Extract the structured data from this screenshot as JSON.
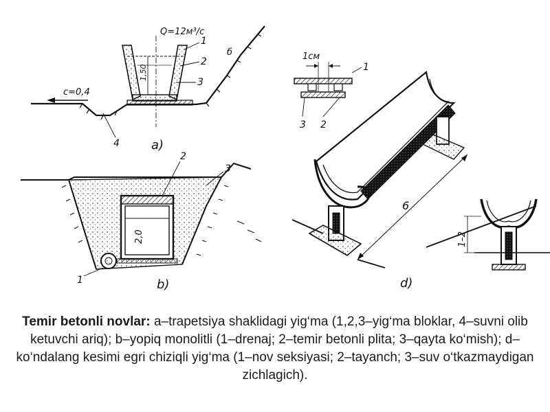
{
  "figure": {
    "panel_a": {
      "label": "a)",
      "flow_top": "Q=12м³/c",
      "flow_left": "c=0,4",
      "depth": "1,50",
      "callouts": [
        "1",
        "2",
        "3",
        "4",
        "б"
      ]
    },
    "panel_b": {
      "label": "b)",
      "depth": "2,0",
      "callouts": [
        "1",
        "2",
        "3"
      ]
    },
    "panel_d": {
      "label": "d)",
      "dimension_small": "1см",
      "dimension_length": "6",
      "dimension_height": "1–2",
      "callouts": [
        "1",
        "2",
        "3"
      ]
    }
  },
  "caption": {
    "title": "Temir betonli novlar:",
    "text": "a–trapetsiya shaklidagi yig‘ma (1,2,3–yig‘ma bloklar, 4–suvni olib ketuvchi ariq); b–yopiq monolitli (1–drenaj; 2–temir betonli plita; 3–qayta ko‘mish); d–ko‘ndalang kesimi egri chiziqli yig‘ma (1–nov seksiyasi; 2–tayanch; 3–suv o‘tkazmaydigan zichlagich)."
  }
}
